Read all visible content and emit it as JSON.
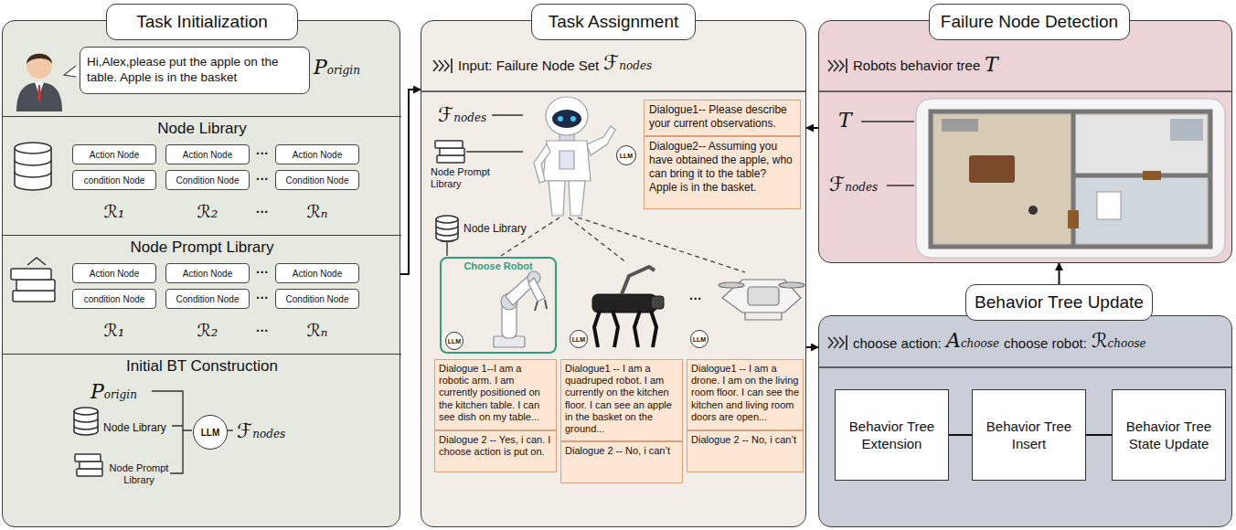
{
  "diagram": {
    "nodes": [
      {
        "text": [
          "Task Initialization"
        ]
      },
      {
        "text": [
          "Hi,Alex,please put the apple on the table. Apple is in the basket"
        ],
        "in": 0
      },
      {
        "text": [
          "Node Library"
        ],
        "in": 0
      },
      {
        "text": [
          "Action Node"
        ],
        "in": 2
      },
      {
        "text": [
          "condition Node"
        ],
        "in": 2
      },
      {
        "text": [
          "Action Node"
        ],
        "in": 2
      },
      {
        "text": [
          "Condition Node"
        ],
        "in": 2
      },
      {
        "text": [
          "Action Node"
        ],
        "in": 2
      },
      {
        "text": [
          "Condition Node"
        ],
        "in": 2
      },
      {
        "text": [
          "Node Prompt Library"
        ],
        "in": 0
      },
      {
        "text": [
          "Action Node"
        ],
        "in": 9
      },
      {
        "text": [
          "condition Node"
        ],
        "in": 9
      },
      {
        "text": [
          "Action Node"
        ],
        "in": 9
      },
      {
        "text": [
          "Condition Node"
        ],
        "in": 9
      },
      {
        "text": [
          "Action Node"
        ],
        "in": 9
      },
      {
        "text": [
          "Condition Node"
        ],
        "in": 9
      },
      {
        "text": [
          "Initial BT Construction"
        ],
        "in": 0
      },
      {
        "text": [
          "LLM"
        ],
        "in": 16
      },
      {
        "text": [
          "Task Assignment"
        ]
      },
      {
        "text": [
          "LLM"
        ],
        "in": 18
      },
      {
        "text": [
          "Dialogue1-- Please describe your current observations."
        ],
        "in": 18
      },
      {
        "text": [
          "Dialogue2-- Assuming you have obtained the apple, who can bring it to the table? Apple is in the basket."
        ],
        "in": 18
      },
      {
        "text": [
          "Choose Robot"
        ],
        "in": 18
      },
      {
        "text": [
          "LLM"
        ],
        "in": 22
      },
      {
        "text": [
          "LLM"
        ],
        "in": 18
      },
      {
        "text": [
          "LLM"
        ],
        "in": 18
      },
      {
        "text": [
          "Dialogue 1--I am a robotic arm. I am currently positioned on the kitchen table. I can see dish on my table..."
        ],
        "in": 18
      },
      {
        "text": [
          "Dialogue 2 -- Yes, i can. I choose action is put on."
        ],
        "in": 18
      },
      {
        "text": [
          "Dialogue1 -- I am a quadruped robot. I am currently on the kitchen floor. I can see an apple in the basket on the ground..."
        ],
        "in": 18
      },
      {
        "text": [
          "Dialogue 2 -- No, i can’t"
        ],
        "in": 18
      },
      {
        "text": [
          "Dialogue1 -- I am a drone. I am on the living room floor. I can see the kitchen and living room doors are open..."
        ],
        "in": 18
      },
      {
        "text": [
          "Dialogue 2 -- No, i can’t"
        ],
        "in": 18
      },
      {
        "text": [
          "Failure Node Detection"
        ]
      },
      {
        "text": [
          "Behavior Tree Update"
        ]
      },
      {
        "text": [
          "Behavior Tree Extension"
        ],
        "in": 33
      },
      {
        "text": [
          "Behavior Tree Insert"
        ],
        "in": 33
      },
      {
        "text": [
          "Behavior Tree State Update"
        ],
        "in": 33
      }
    ],
    "edges": [
      {
        "from": 0,
        "to": 18,
        "arrow": "to"
      },
      {
        "from": 32,
        "to": 18,
        "arrow": "to"
      },
      {
        "from": 18,
        "to": 33,
        "arrow": "to"
      },
      {
        "from": 33,
        "to": 32,
        "arrow": "to"
      },
      {
        "from": 34,
        "to": 35,
        "arrow": "none"
      },
      {
        "from": 35,
        "to": 36,
        "arrow": "none"
      }
    ],
    "labels": [
      "Porigin",
      "···",
      "···",
      "ℛ₁",
      "ℛ₂",
      "···",
      "ℛₙ",
      "···",
      "···",
      "ℛ₁",
      "ℛ₂",
      "···",
      "ℛₙ",
      "Porigin",
      "Node Library",
      "Node Prompt Library",
      "ℱnodes",
      "Input: Failure Node Set",
      "ℱnodes",
      "ℱnodes",
      "Node Prompt Library",
      "Node Library",
      "···",
      "Robots behavior tree",
      "T",
      "T",
      "ℱnodes",
      "choose action:",
      "Achoose",
      "choose robot:",
      "ℛchoose"
    ]
  }
}
